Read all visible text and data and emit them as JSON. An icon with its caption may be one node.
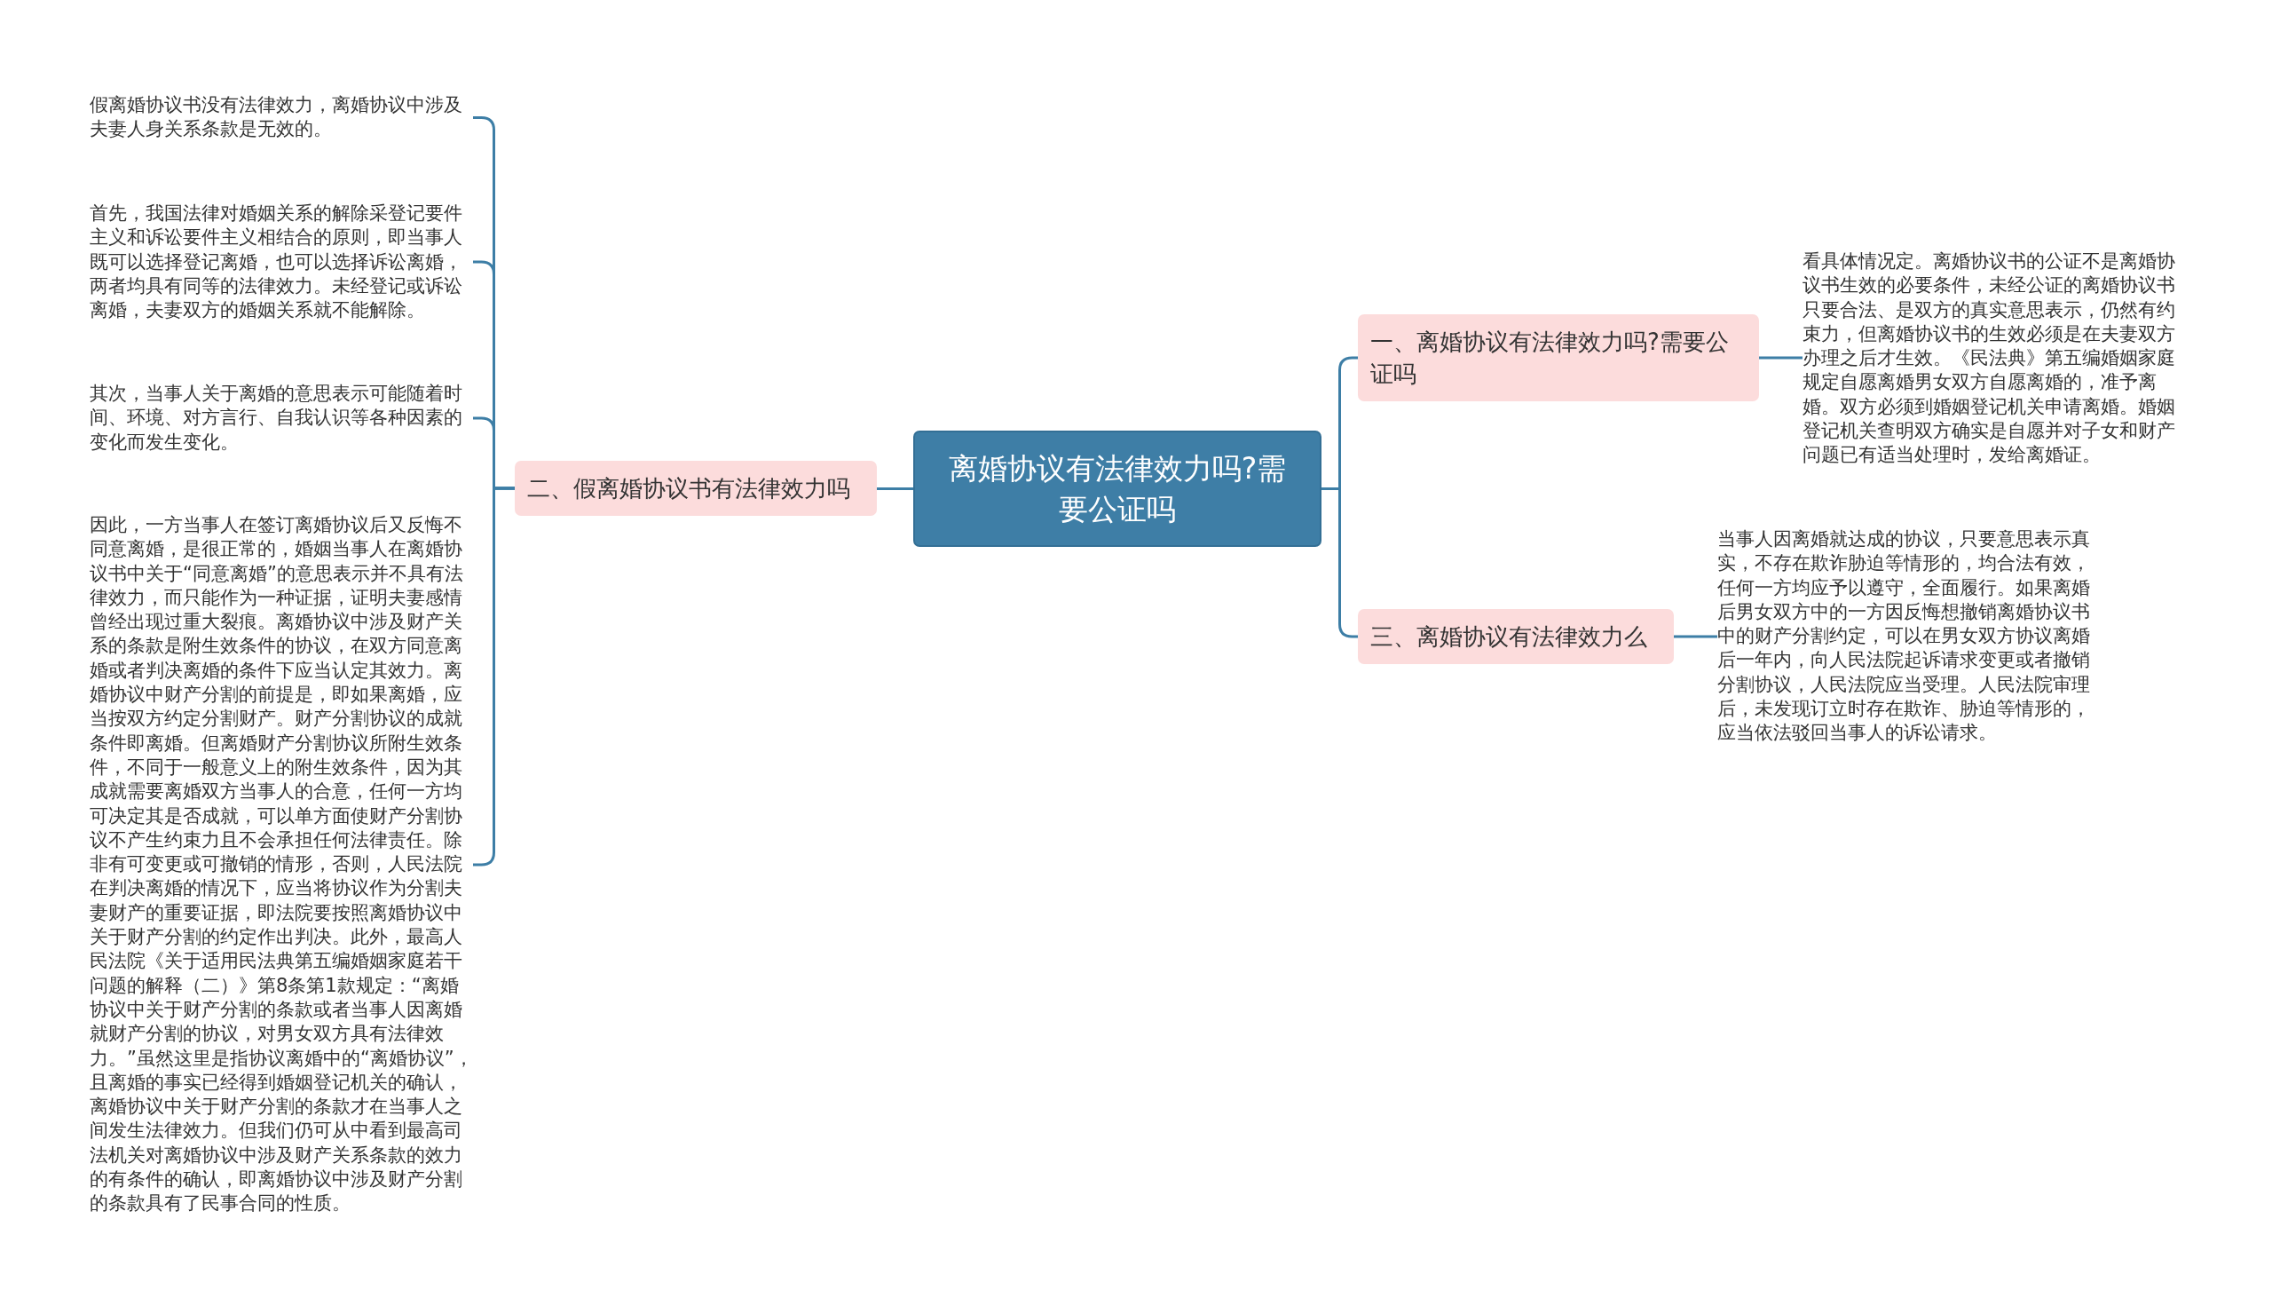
{
  "diagram": {
    "nodes": [
      {
        "text": [
          "离婚协议有法律效力吗?需要公证吗"
        ]
      },
      {
        "text": [
          "一、离婚协议有法律效力吗?需要公证吗"
        ]
      },
      {
        "text": [
          "看具体情况定。离婚协议书的公证不是离婚协议书生效的必要条件，未经公证的离婚协议书只要合法、是双方的真实意思表示，仍然有约束力，但离婚协议书的生效必须是在夫妻双方办理之后才生效。《民法典》第五编婚姻家庭规定自愿离婚男女双方自愿离婚的，准予离婚。双方必须到婚姻登记机关申请离婚。婚姻登记机关查明双方确实是自愿并对子女和财产问题已有适当处理时，发给离婚证。"
        ]
      },
      {
        "text": [
          "三、离婚协议有法律效力么"
        ]
      },
      {
        "text": [
          "当事人因离婚就达成的协议，只要意思表示真实，不存在欺诈胁迫等情形的，均合法有效，任何一方均应予以遵守，全面履行。如果离婚后男女双方中的一方因反悔想撤销离婚协议书中的财产分割约定，可以在男女双方协议离婚后一年内，向人民法院起诉请求变更或者撤销分割协议，人民法院应当受理。人民法院审理后，未发现订立时存在欺诈、胁迫等情形的，应当依法驳回当事人的诉讼请求。"
        ]
      },
      {
        "text": [
          "二、假离婚协议书有法律效力吗"
        ]
      },
      {
        "text": [
          "假离婚协议书没有法律效力，离婚协议中涉及夫妻人身关系条款是无效的。"
        ]
      },
      {
        "text": [
          "首先，我国法律对婚姻关系的解除采登记要件主义和诉讼要件主义相结合的原则，即当事人既可以选择登记离婚，也可以选择诉讼离婚，两者均具有同等的法律效力。未经登记或诉讼离婚，夫妻双方的婚姻关系就不能解除。"
        ]
      },
      {
        "text": [
          "其次，当事人关于离婚的意思表示可能随着时间、环境、对方言行、自我认识等各种因素的变化而发生变化。"
        ]
      },
      {
        "text": [
          "因此，一方当事人在签订离婚协议后又反悔不同意离婚，是很正常的，婚姻当事人在离婚协议书中关于“同意离婚”的意思表示并不具有法律效力，而只能作为一种证据，证明夫妻感情曾经出现过重大裂痕。离婚协议中涉及财产关系的条款是附生效条件的协议，在双方同意离婚或者判决离婚的条件下应当认定其效力。离婚协议中财产分割的前提是，即如果离婚，应当按双方约定分割财产。财产分割协议的成就条件即离婚。但离婚财产分割协议所附生效条件，不同于一般意义上的附生效条件，因为其成就需要离婚双方当事人的合意，任何一方均可决定其是否成就，可以单方面使财产分割协议不产生约束力且不会承担任何法律责任。除非有可变更或可撤销的情形，否则，人民法院在判决离婚的情况下，应当将协议作为分割夫妻财产的重要证据，即法院要按照离婚协议中关于财产分割的约定作出判决。此外，最高人民法院《关于适用民法典第五编婚姻家庭若干问题的解释（二）》第8条第1款规定：“离婚协议中关于财产分割的条款或者当事人因离婚就财产分割的协议，对男女双方具有法律效力。”虽然这里是指协议离婚中的“离婚协议”，且离婚的事实已经得到婚姻登记机关的确认，离婚协议中关于财产分割的条款才在当事人之间发生法律效力。但我们仍可从中看到最高司法机关对离婚协议中涉及财产关系条款的效力的有条件的确认，即离婚协议中涉及财产分割的条款具有了民事合同的性质。"
        ]
      }
    ],
    "edges": [
      {
        "from": 0,
        "to": 1,
        "arrow": "none"
      },
      {
        "from": 1,
        "to": 2,
        "arrow": "none"
      },
      {
        "from": 0,
        "to": 3,
        "arrow": "none"
      },
      {
        "from": 3,
        "to": 4,
        "arrow": "none"
      },
      {
        "from": 0,
        "to": 5,
        "arrow": "none"
      },
      {
        "from": 5,
        "to": 6,
        "arrow": "none"
      },
      {
        "from": 5,
        "to": 7,
        "arrow": "none"
      },
      {
        "from": 5,
        "to": 8,
        "arrow": "none"
      },
      {
        "from": 5,
        "to": 9,
        "arrow": "none"
      }
    ]
  }
}
